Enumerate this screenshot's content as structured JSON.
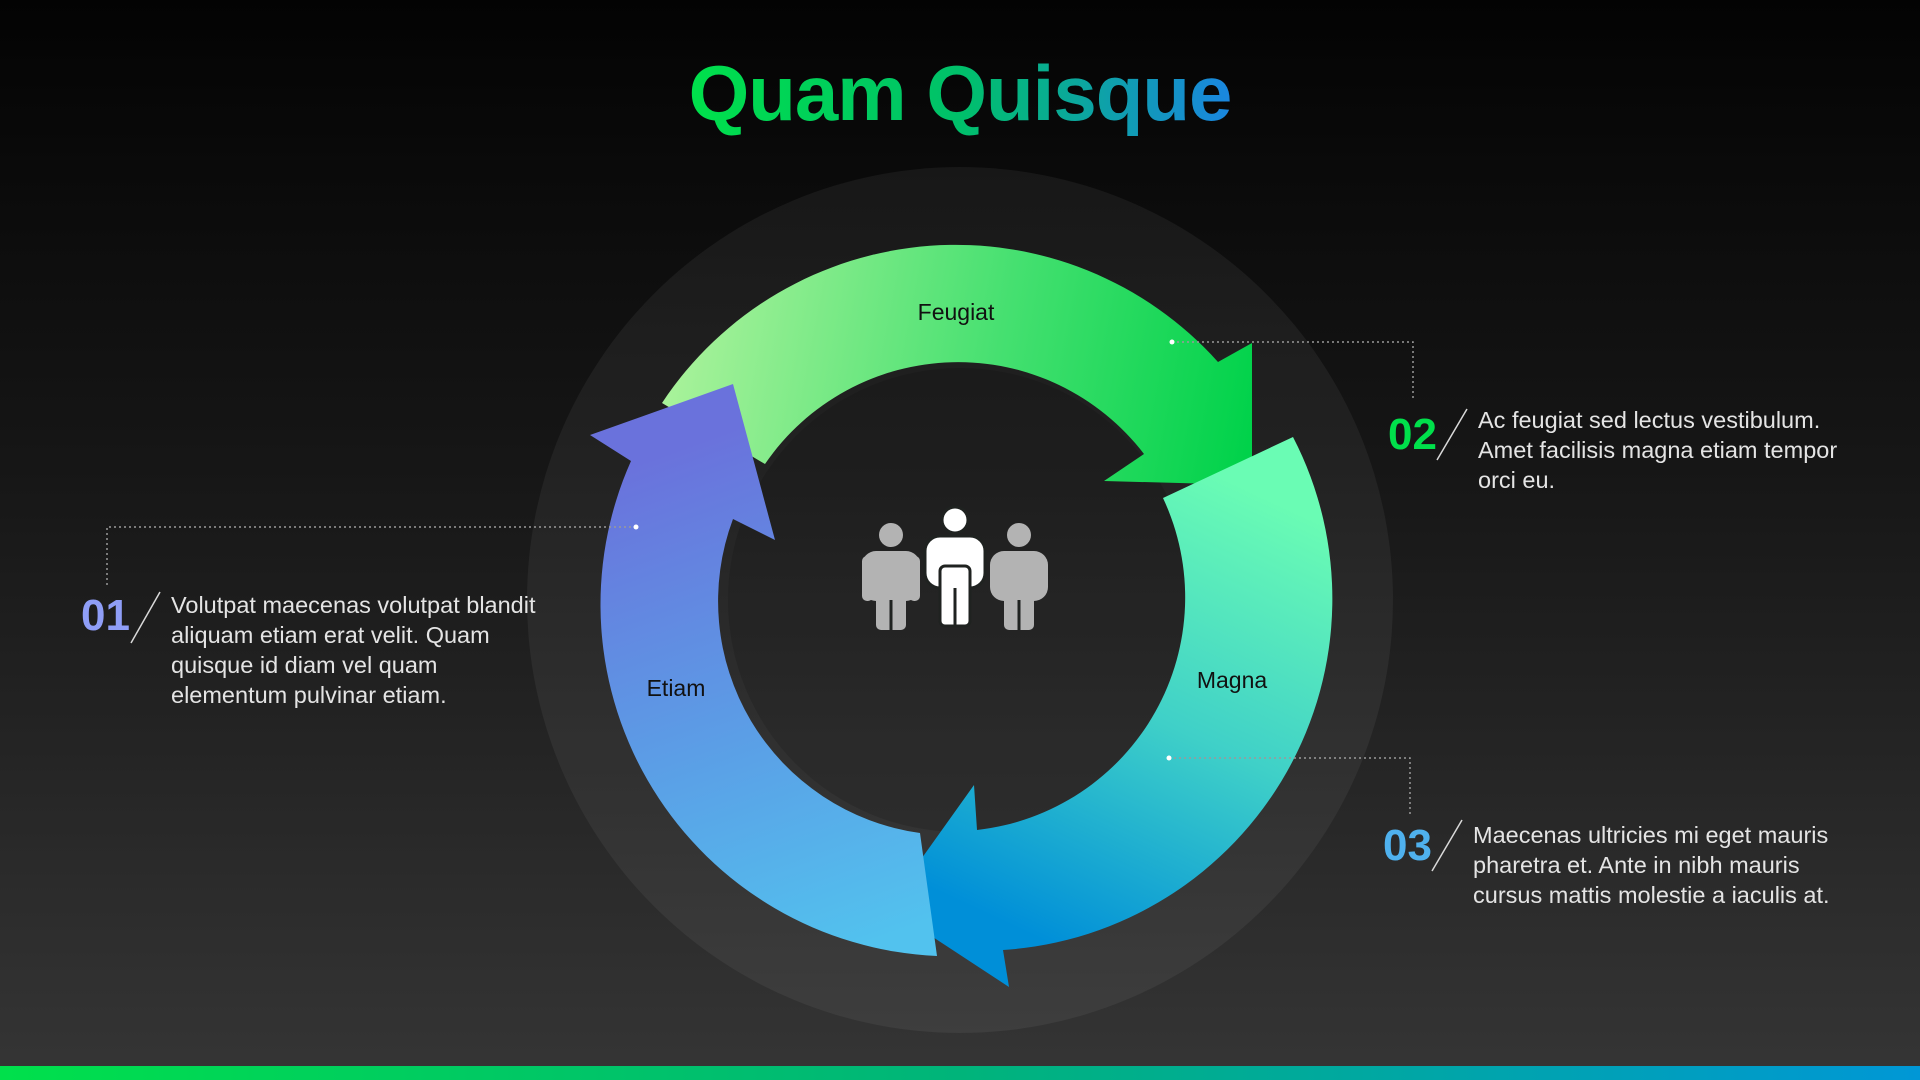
{
  "title": "Quam Quisque",
  "colors": {
    "title_start": "#00e04b",
    "title_end": "#1a86e0",
    "green": "#00e04b",
    "blue": "#4fb1ee",
    "purple": "#8f9ef7"
  },
  "center_icon": "people-group-icon",
  "cycle": [
    {
      "label": "Feugiat"
    },
    {
      "label": "Magna"
    },
    {
      "label": "Etiam"
    }
  ],
  "steps": [
    {
      "number": "01",
      "text": "Volutpat maecenas volutpat blandit aliquam etiam erat velit. Quam quisque id diam vel quam elementum pulvinar etiam."
    },
    {
      "number": "02",
      "text": "Ac feugiat sed lectus vestibulum. Amet facilisis magna etiam tempor orci eu."
    },
    {
      "number": "03",
      "text": "Maecenas ultricies mi eget mauris pharetra et. Ante in nibh mauris cursus mattis molestie a iaculis at."
    }
  ]
}
